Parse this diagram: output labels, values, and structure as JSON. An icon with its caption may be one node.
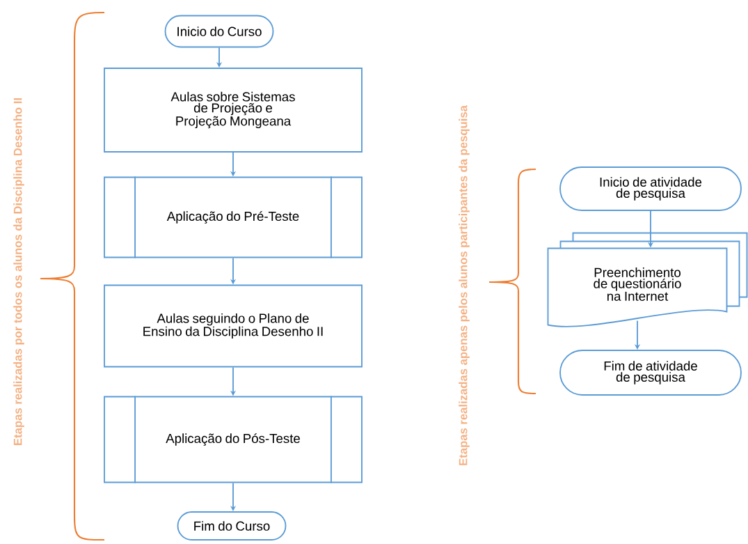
{
  "diagram": {
    "nodes": [
      {
        "text": [
          "Inicio do Curso"
        ]
      },
      {
        "text": [
          "Aulas sobre Sistemas de Projeção e Projeção Mongeana"
        ]
      },
      {
        "text": [
          "Aplicação do Pré-Teste"
        ]
      },
      {
        "text": [
          "Aulas seguindo o Plano de Ensino da Disciplina Desenho II"
        ]
      },
      {
        "text": [
          "Aplicação do Pós-Teste"
        ]
      },
      {
        "text": [
          "Fim do Curso"
        ]
      },
      {
        "text": [
          "Inicio de atividade de pesquisa"
        ]
      },
      {
        "text": [
          "Preenchimento de questionário na Internet"
        ]
      },
      {
        "text": [
          "Fim de atividade de pesquisa"
        ]
      }
    ],
    "edges": [
      {
        "from": 0,
        "to": 1,
        "arrow": "to"
      },
      {
        "from": 1,
        "to": 2,
        "arrow": "to"
      },
      {
        "from": 2,
        "to": 3,
        "arrow": "to"
      },
      {
        "from": 3,
        "to": 4,
        "arrow": "to"
      },
      {
        "from": 4,
        "to": 5,
        "arrow": "to"
      },
      {
        "from": 6,
        "to": 7,
        "arrow": "to"
      },
      {
        "from": 7,
        "to": 8,
        "arrow": "to"
      }
    ],
    "labels": [
      "Etapas realizadas por todos os alunos da Disciplina Desenho II",
      "Etapas realizadas apenas pelos alunos participantes da pesquisa"
    ]
  }
}
